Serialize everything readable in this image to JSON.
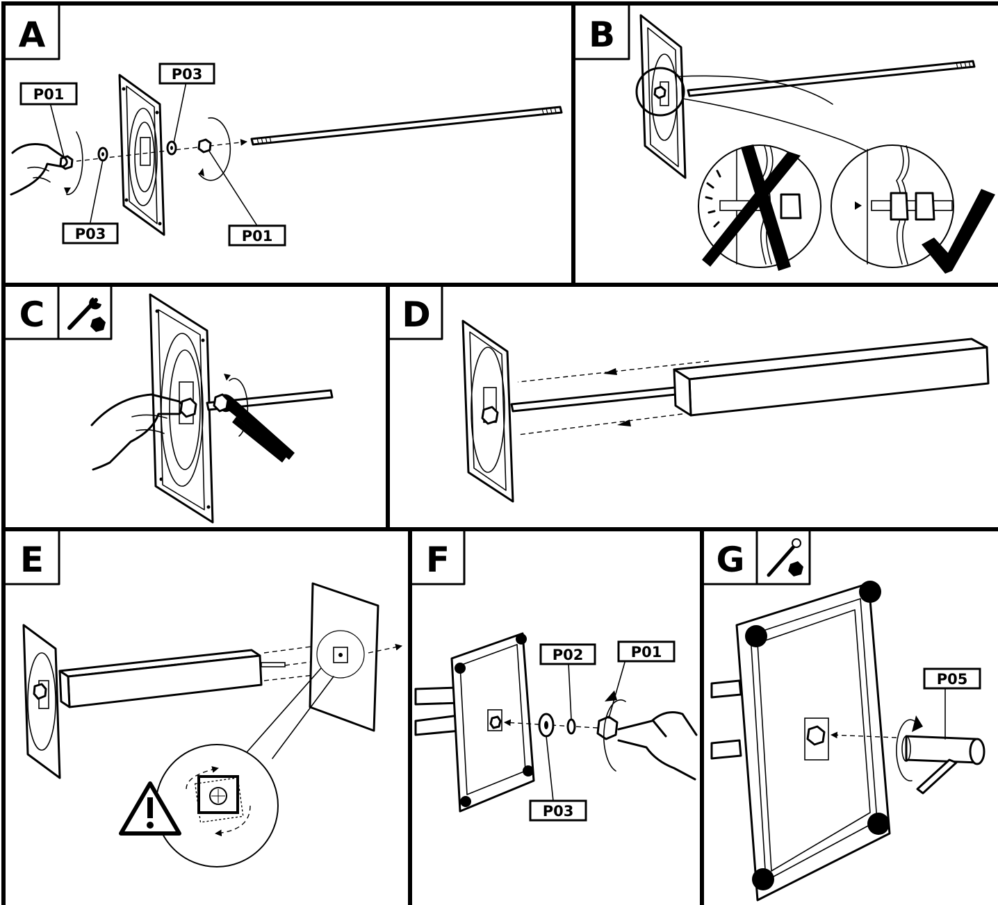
{
  "steps": {
    "a": "A",
    "b": "B",
    "c": "C",
    "d": "D",
    "e": "E",
    "f": "F",
    "g": "G"
  },
  "parts": {
    "a_p01_left": "P01",
    "a_p03_top": "P03",
    "a_p03_bottom": "P03",
    "a_p01_right": "P01",
    "f_p02": "P02",
    "f_p01": "P01",
    "f_p03": "P03",
    "g_p05": "P05"
  },
  "icons": {
    "step_c_tool": "wrench-hex-icon",
    "step_b_wrong": "cross-mark-icon",
    "step_b_right": "check-mark-icon",
    "step_e_warning": "warning-icon",
    "step_g_tool": "hex-key-icon"
  }
}
